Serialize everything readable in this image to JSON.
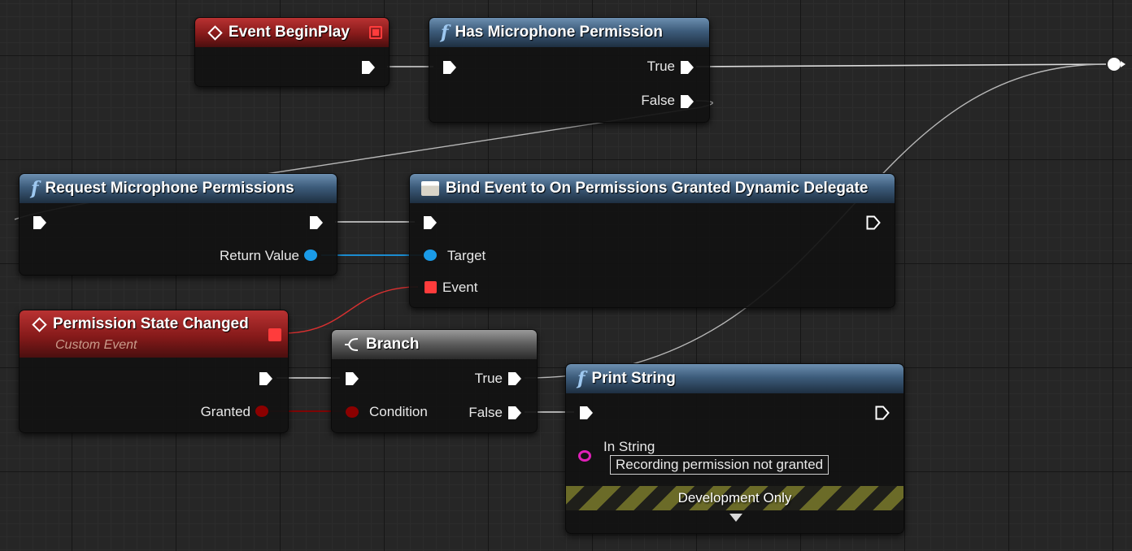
{
  "nodes": {
    "begin_play": {
      "title": "Event BeginPlay"
    },
    "has_mic": {
      "title": "Has Microphone Permission",
      "true_label": "True",
      "false_label": "False"
    },
    "request_mic": {
      "title": "Request Microphone Permissions",
      "return_label": "Return Value"
    },
    "bind_event": {
      "title": "Bind Event to On Permissions Granted Dynamic Delegate",
      "target_label": "Target",
      "event_label": "Event"
    },
    "perm_changed": {
      "title": "Permission State Changed",
      "subtitle": "Custom Event",
      "granted_label": "Granted"
    },
    "branch": {
      "title": "Branch",
      "condition_label": "Condition",
      "true_label": "True",
      "false_label": "False"
    },
    "print_string": {
      "title": "Print String",
      "in_string_label": "In String",
      "in_string_value": "Recording permission not granted",
      "dev_only": "Development Only"
    }
  },
  "icons": {
    "function": "f",
    "event": "diamond-icon",
    "branch": "branch-icon",
    "delegate": "delegate-icon"
  },
  "colors": {
    "exec": "#ffffff",
    "object_pin": "#1a9be8",
    "bool_pin": "#8c0000",
    "string_pin": "#e020b8",
    "delegate_pin": "#ff3c3c",
    "event_header": "#8a1a1a",
    "function_header": "#3d5c7b"
  }
}
